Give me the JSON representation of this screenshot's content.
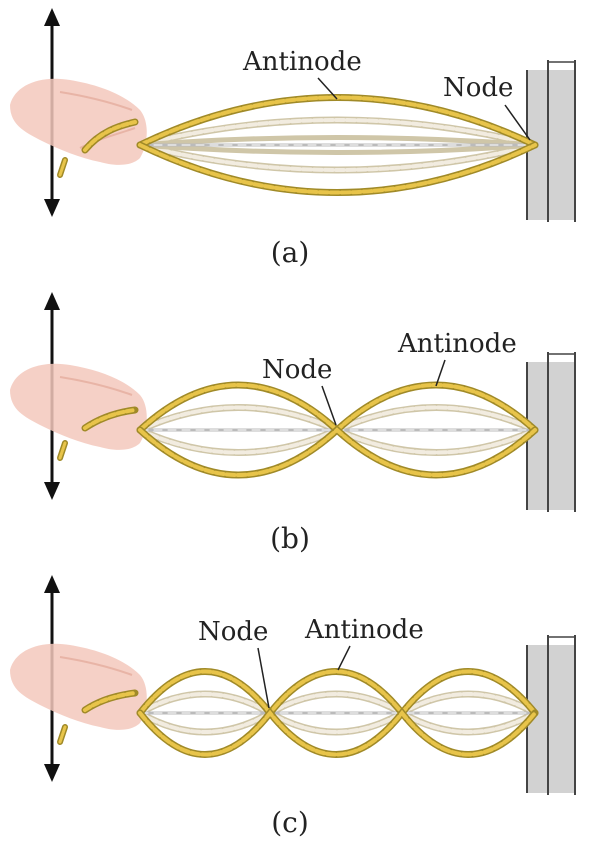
{
  "colors": {
    "rope_outer": "#a08a28",
    "rope_fill": "#e8c44a",
    "ghost_outer": "#cfc6a8",
    "ghost_fill": "#f2ece0",
    "wall": "#d2d2d2",
    "wall_edge": "#444444",
    "hand": "#f3c8bc",
    "arrow": "#111111",
    "text": "#222222"
  },
  "panels": [
    {
      "id": "a",
      "caption": "(a)",
      "loops": 1,
      "labels": {
        "antinode": "Antinode",
        "node": "Node"
      }
    },
    {
      "id": "b",
      "caption": "(b)",
      "loops": 2,
      "labels": {
        "antinode": "Antinode",
        "node": "Node"
      }
    },
    {
      "id": "c",
      "caption": "(c)",
      "loops": 3,
      "labels": {
        "antinode": "Antinode",
        "node": "Node"
      }
    }
  ]
}
